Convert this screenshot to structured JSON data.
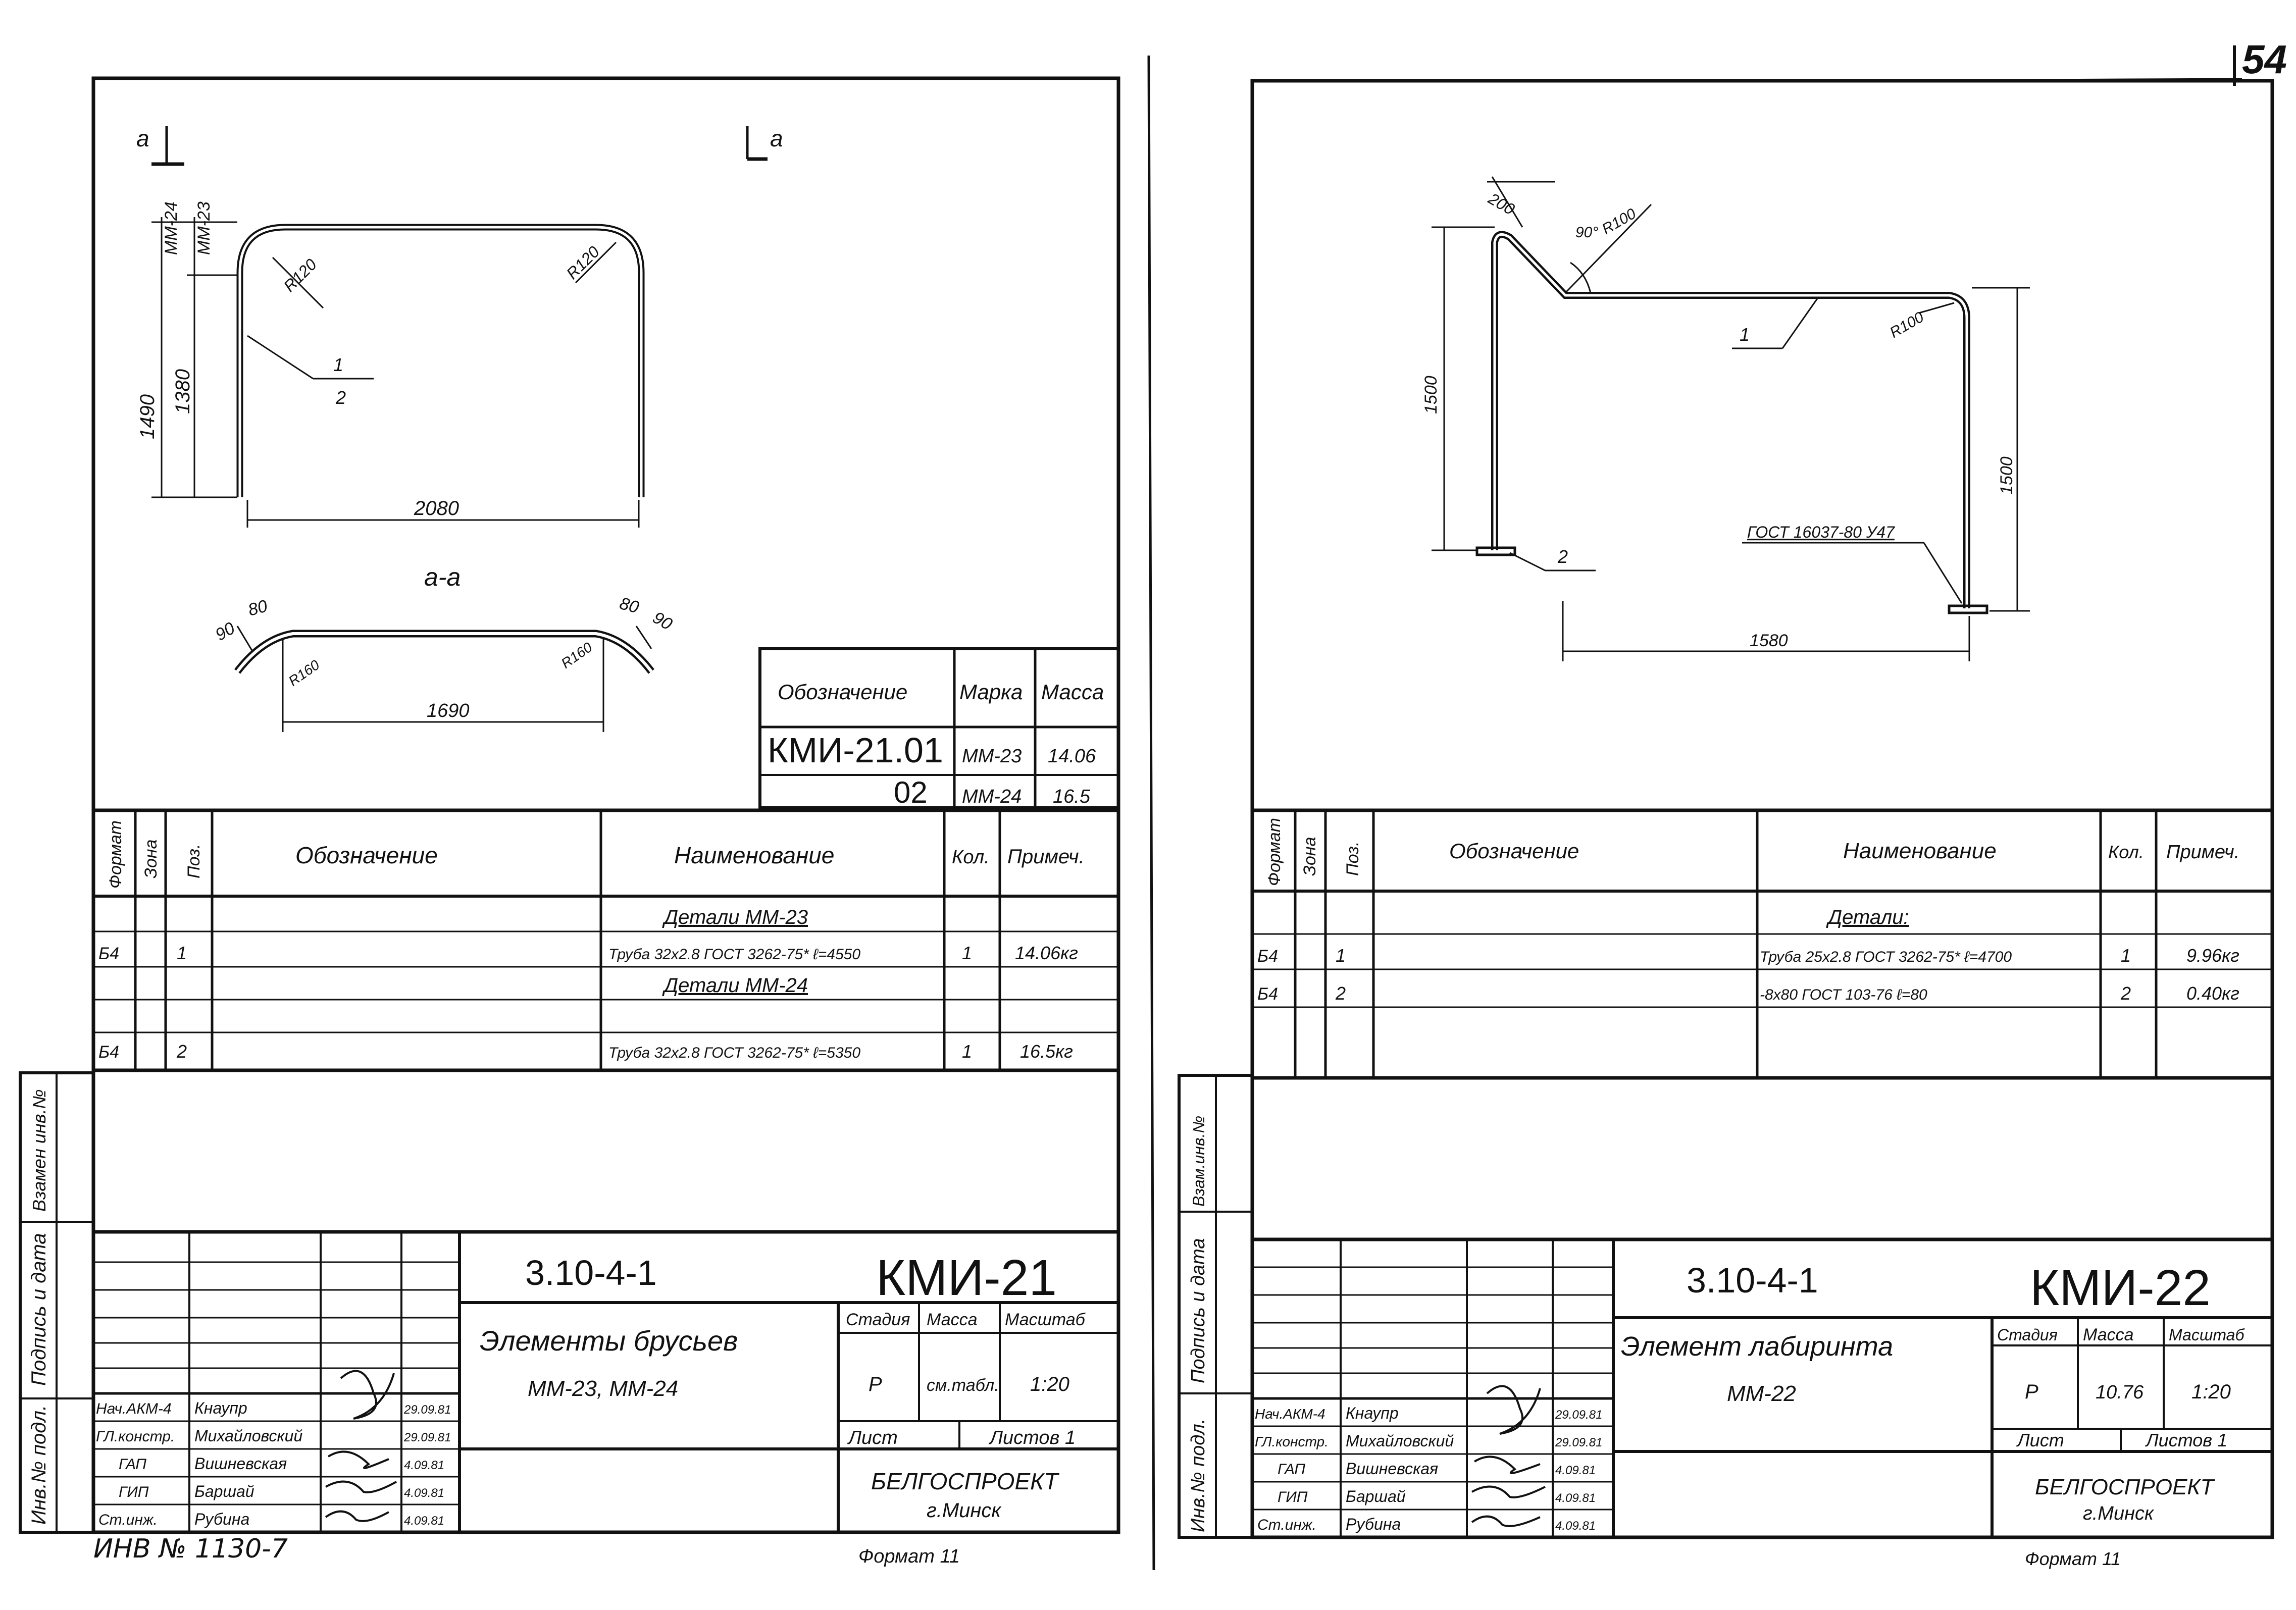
{
  "page_number": "54",
  "inventory_note": "ИНВ № 1130-7",
  "sheets": [
    {
      "id": "kmi21",
      "section_marker": "а",
      "section_title": "а-а",
      "dims": {
        "h_total": "1490",
        "h_part": "1380",
        "top_a": "ММ-24",
        "top_b": "ММ-23",
        "radius_left": "R120",
        "radius_right": "R120",
        "width": "2080",
        "sec_left_a": "90",
        "sec_left_b": "80",
        "sec_right_a": "80",
        "sec_right_b": "90",
        "sec_r_left": "R160",
        "sec_r_right": "R160",
        "sec_width": "1690",
        "leader_1": "1",
        "leader_2": "2"
      },
      "variants": {
        "headers": [
          "Обозначение",
          "Марка",
          "Масса"
        ],
        "rows": [
          [
            "КМИ-21.01",
            "ММ-23",
            "14.06"
          ],
          [
            "02",
            "ММ-24",
            "16.5"
          ]
        ]
      },
      "spec": {
        "headers": [
          "Формат",
          "Зона",
          "Поз.",
          "Обозначение",
          "Наименование",
          "Кол.",
          "Примеч."
        ],
        "rows": [
          {
            "format": "",
            "zone": "",
            "pos": "",
            "designation": "",
            "name": "Детали ММ-23",
            "qty": "",
            "note": "",
            "heading": true
          },
          {
            "format": "Б4",
            "zone": "",
            "pos": "1",
            "designation": "",
            "name": "Труба 32х2.8 ГОСТ 3262-75* ℓ=4550",
            "qty": "1",
            "note": "14.06кг",
            "heading": false
          },
          {
            "format": "",
            "zone": "",
            "pos": "",
            "designation": "",
            "name": "Детали ММ-24",
            "qty": "",
            "note": "",
            "heading": true
          },
          {
            "format": "Б4",
            "zone": "",
            "pos": "2",
            "designation": "",
            "name": "Труба 32х2.8 ГОСТ 3262-75* ℓ=5350",
            "qty": "1",
            "note": "16.5кг",
            "heading": false
          }
        ]
      },
      "side_labels": [
        "Взамен инв.№",
        "Подпись и дата",
        "Инв.№ подл."
      ],
      "title_block": {
        "project": "3.10-4-1",
        "code": "КМИ-21",
        "title_line1": "Элементы брусьев",
        "title_line2": "ММ-23, ММ-24",
        "stage_h": "Стадия",
        "mass_h": "Масса",
        "scale_h": "Масштаб",
        "stage": "Р",
        "mass": "см.табл.",
        "scale": "1:20",
        "sheet_label": "Лист",
        "sheets_label": "Листов 1",
        "org_line1": "БЕЛГОСПРОЕКТ",
        "org_line2": "г.Минск",
        "staff": [
          {
            "role": "Нач.АКМ-4",
            "name": "Кнаупр",
            "date": "29.09.81"
          },
          {
            "role": "ГЛ.констр.",
            "name": "Михайловский",
            "date": "29.09.81"
          },
          {
            "role": "ГАП",
            "name": "Вишневская",
            "date": "4.09.81"
          },
          {
            "role": "ГИП",
            "name": "Баршай",
            "date": "4.09.81"
          },
          {
            "role": "Ст.инж.",
            "name": "Рубина",
            "date": "4.09.81"
          }
        ]
      },
      "format_label": "Формат 11"
    },
    {
      "id": "kmi22",
      "dims": {
        "top_len": "200",
        "angle": "90°",
        "radius_top": "R100",
        "height_left": "1500",
        "radius_right": "R100",
        "height_right": "1500",
        "width": "1580",
        "leader_1": "1",
        "leader_2": "2",
        "gost_note": "ГОСТ 16037-80 У47"
      },
      "spec": {
        "headers": [
          "Формат",
          "Зона",
          "Поз.",
          "Обозначение",
          "Наименование",
          "Кол.",
          "Примеч."
        ],
        "rows": [
          {
            "format": "",
            "zone": "",
            "pos": "",
            "designation": "",
            "name": "Детали:",
            "qty": "",
            "note": "",
            "heading": true
          },
          {
            "format": "Б4",
            "zone": "",
            "pos": "1",
            "designation": "",
            "name": "Труба 25х2.8 ГОСТ 3262-75* ℓ=4700",
            "qty": "1",
            "note": "9.96кг",
            "heading": false
          },
          {
            "format": "Б4",
            "zone": "",
            "pos": "2",
            "designation": "",
            "name": "-8х80 ГОСТ 103-76 ℓ=80",
            "qty": "2",
            "note": "0.40кг",
            "heading": false
          }
        ]
      },
      "side_labels": [
        "Взам.инв.№",
        "Подпись и дата",
        "Инв.№ подл."
      ],
      "title_block": {
        "project": "3.10-4-1",
        "code": "КМИ-22",
        "title_line1": "Элемент лабиринта",
        "title_line2": "ММ-22",
        "stage_h": "Стадия",
        "mass_h": "Масса",
        "scale_h": "Масштаб",
        "stage": "Р",
        "mass": "10.76",
        "scale": "1:20",
        "sheet_label": "Лист",
        "sheets_label": "Листов 1",
        "org_line1": "БЕЛГОСПРОЕКТ",
        "org_line2": "г.Минск",
        "staff": [
          {
            "role": "Нач.АКМ-4",
            "name": "Кнаупр",
            "date": "29.09.81"
          },
          {
            "role": "ГЛ.констр.",
            "name": "Михайловский",
            "date": "29.09.81"
          },
          {
            "role": "ГАП",
            "name": "Вишневская",
            "date": "4.09.81"
          },
          {
            "role": "ГИП",
            "name": "Баршай",
            "date": "4.09.81"
          },
          {
            "role": "Ст.инж.",
            "name": "Рубина",
            "date": "4.09.81"
          }
        ]
      },
      "format_label": "Формат 11"
    }
  ]
}
